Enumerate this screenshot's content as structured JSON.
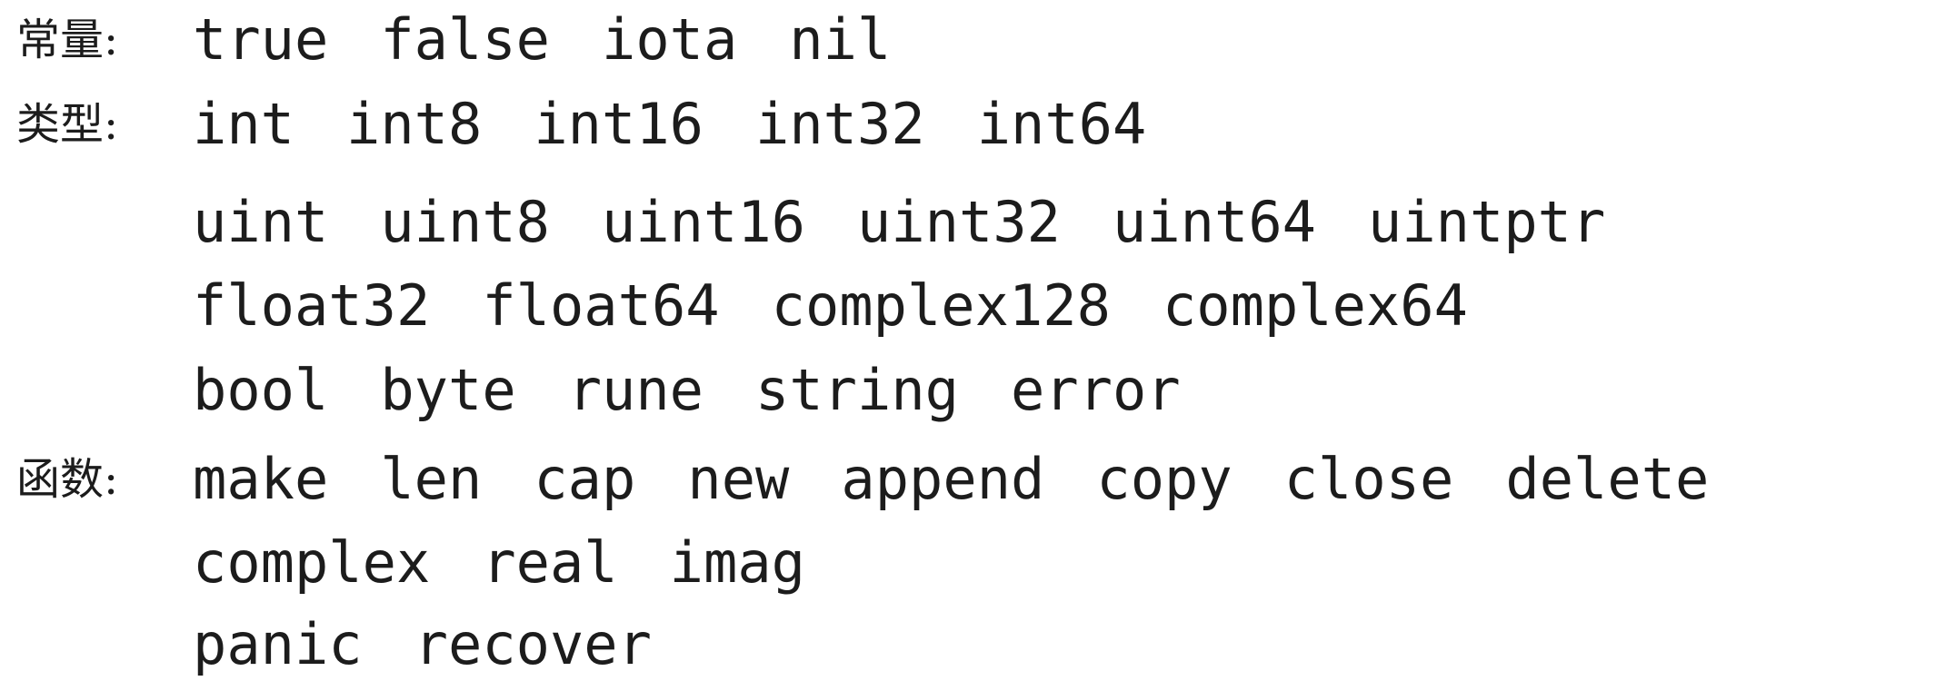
{
  "sections": [
    {
      "label": "常量:",
      "lines": [
        [
          "true",
          "false",
          "iota",
          "nil"
        ]
      ]
    },
    {
      "label": "类型:",
      "lines": [
        [
          "int",
          "int8",
          "int16",
          "int32",
          "int64"
        ],
        [
          "uint",
          "uint8",
          "uint16",
          "uint32",
          "uint64",
          "uintptr"
        ],
        [
          "float32",
          "float64",
          "complex128",
          "complex64"
        ],
        [
          "bool",
          "byte",
          "rune",
          "string",
          "error"
        ]
      ]
    },
    {
      "label": "函数:",
      "lines": [
        [
          "make",
          "len",
          "cap",
          "new",
          "append",
          "copy",
          "close",
          "delete"
        ],
        [
          "complex",
          "real",
          "imag"
        ],
        [
          "panic",
          "recover"
        ]
      ]
    }
  ]
}
